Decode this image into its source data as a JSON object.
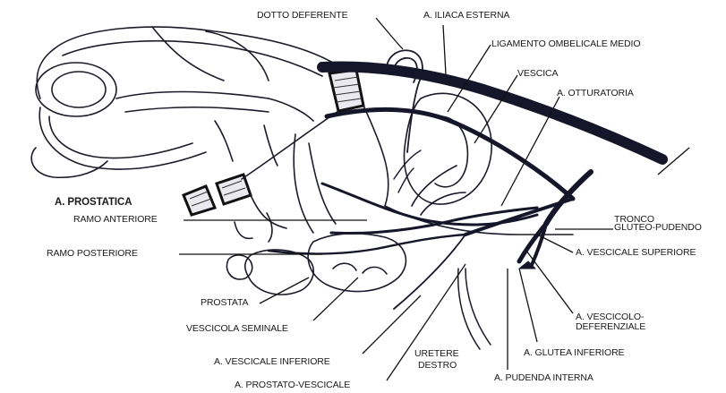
{
  "labels": {
    "dotto_deferente": "DOTTO DEFERENTE",
    "iliaca_esterna": "A. ILIACA ESTERNA",
    "ligamento": "LIGAMENTO OMBELICALE MEDIO",
    "vescica": "VESCICA",
    "otturatoria": "A. OTTURATORIA",
    "prostatica": "A. PROSTATICA",
    "ramo_anteriore": "RAMO ANTERIORE",
    "ramo_posteriore": "RAMO POSTERIORE",
    "tronco_line1": "TRONCO",
    "tronco_line2": "GLUTEO-PUDENDO",
    "vescicale_superiore": "A. VESCICALE SUPERIORE",
    "prostata": "PROSTATA",
    "vescicola_seminale": "VESCICOLA SEMINALE",
    "vescicolo_line1": "A. VESCICOLO-",
    "vescicolo_line2": "DEFERENZIALE",
    "glutea_inferiore": "A. GLUTEA INFERIORE",
    "vescicale_inferiore": "A. VESCICALE INFERIORE",
    "uretere_line1": "URETERE",
    "uretere_line2": "DESTRO",
    "pudenda_interna": "A. PUDENDA INTERNA",
    "prostato_vescicale": "A. PROSTATO-VESCICALE"
  },
  "colors": {
    "ink": "#1b1b2a",
    "vessel": "#16162a",
    "background": "#ffffff"
  }
}
